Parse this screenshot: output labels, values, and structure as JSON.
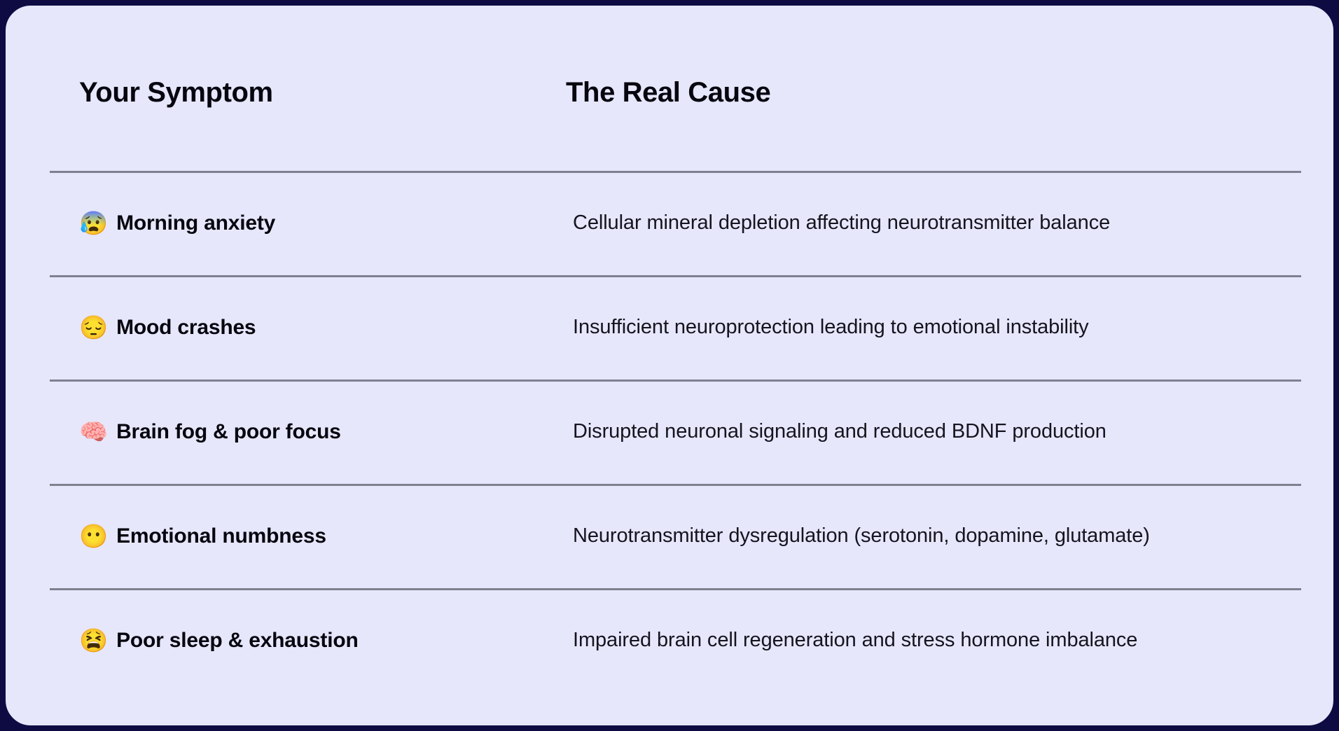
{
  "card": {
    "background_color": "#e6e7fb",
    "border_color": "#0d0b42",
    "divider_color": "#80808f",
    "text_color": "#07060f"
  },
  "table": {
    "columns": [
      {
        "key": "symptom",
        "label": "Your Symptom"
      },
      {
        "key": "cause",
        "label": "The Real Cause"
      }
    ],
    "rows": [
      {
        "emoji": "😰",
        "emoji_name": "anxious-face-with-sweat-emoji",
        "symptom": "Morning anxiety",
        "cause": "Cellular mineral depletion affecting neurotransmitter balance"
      },
      {
        "emoji": "😔",
        "emoji_name": "pensive-face-emoji",
        "symptom": "Mood crashes",
        "cause": "Insufficient neuroprotection leading to emotional instability"
      },
      {
        "emoji": "🧠",
        "emoji_name": "brain-emoji",
        "symptom": "Brain fog & poor focus",
        "cause": "Disrupted neuronal signaling and reduced BDNF production"
      },
      {
        "emoji": "😶",
        "emoji_name": "face-without-mouth-emoji",
        "symptom": "Emotional numbness",
        "cause": "Neurotransmitter dysregulation (serotonin, dopamine, glutamate)"
      },
      {
        "emoji": "😫",
        "emoji_name": "tired-face-emoji",
        "symptom": "Poor sleep & exhaustion",
        "cause": "Impaired brain cell regeneration and stress hormone imbalance"
      }
    ]
  }
}
